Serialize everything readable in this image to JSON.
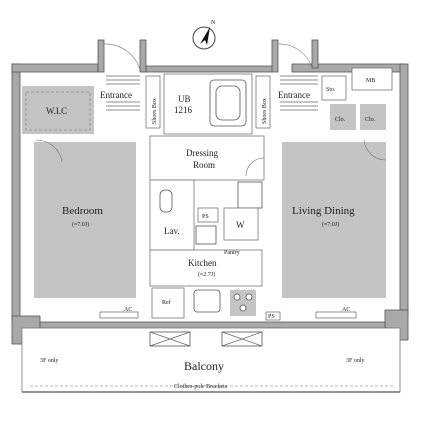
{
  "compass": {
    "label": "N"
  },
  "rooms": {
    "entrance_left": "Entrance",
    "entrance_right": "Entrance",
    "shoes_box_left": "Shoes Box",
    "shoes_box_right": "Shoes Box",
    "ub_line1": "UB",
    "ub_line2": "1216",
    "mb": "MB",
    "sto": "Sto.",
    "clo1": "Clo.",
    "clo2": "Clo.",
    "wic": "W.I.C",
    "dressing_line1": "Dressing",
    "dressing_line2": "Room",
    "bedroom": "Bedroom",
    "bedroom_area": "(≈7.0J)",
    "living": "Living Dining",
    "living_area": "(≈7.0J)",
    "lav": "Lav.",
    "ps_upper": "PS",
    "washer": "W",
    "pantry": "Pantry",
    "kitchen": "Kitchen",
    "kitchen_area": "(≈2.7J)",
    "ref": "Ref",
    "ac_left": "AC",
    "ac_right": "AC",
    "ps_lower": "PS",
    "balcony": "Balcony",
    "only_3f_left": "3F only",
    "only_3f_right": "3F only",
    "clothes_pole": "Clothes-pole Brackets"
  },
  "colors": {
    "wall": "#a9a9a9",
    "floor": "#c4c4c4",
    "line": "#666666",
    "text": "#222222"
  }
}
